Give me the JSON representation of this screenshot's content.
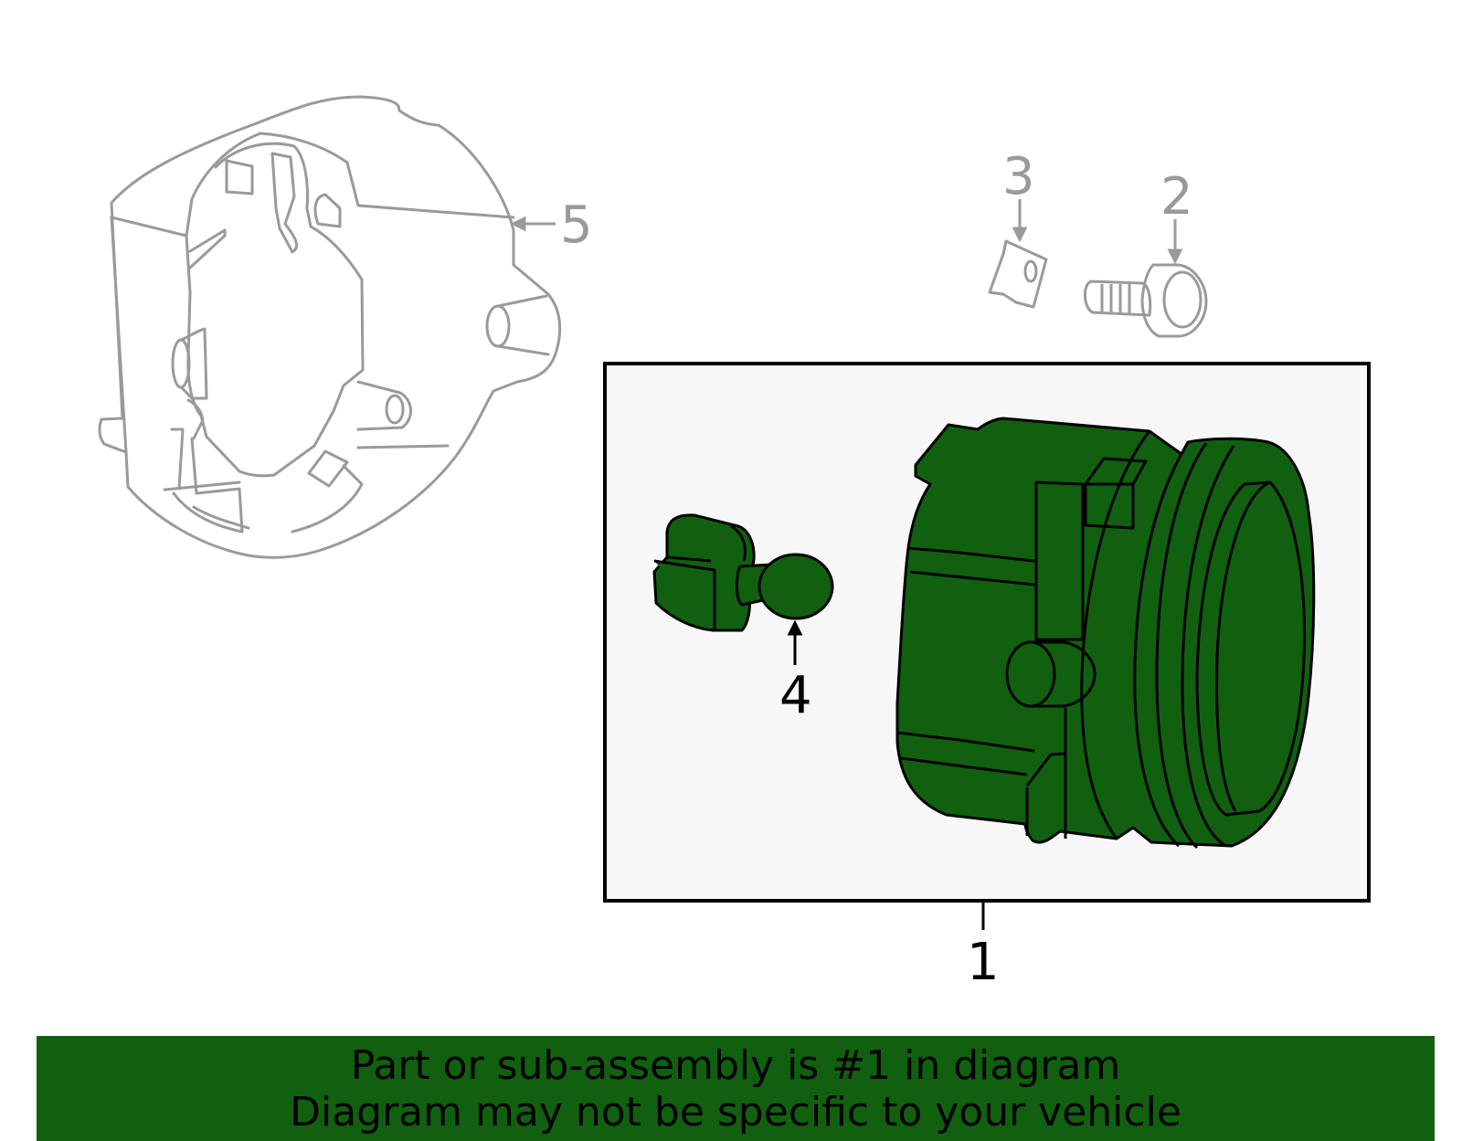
{
  "callouts": {
    "part_1": "1",
    "part_2": "2",
    "part_3": "3",
    "part_4": "4",
    "part_5": "5"
  },
  "banner": {
    "line1": "Part or sub-assembly is #1 in diagram",
    "line2": "Diagram may not be specific to your vehicle"
  },
  "colors": {
    "highlight_part": "#106010",
    "banner_background": "#106010",
    "ghost_parts": "#9a9a9a",
    "inset_background": "#f7f7f7"
  }
}
